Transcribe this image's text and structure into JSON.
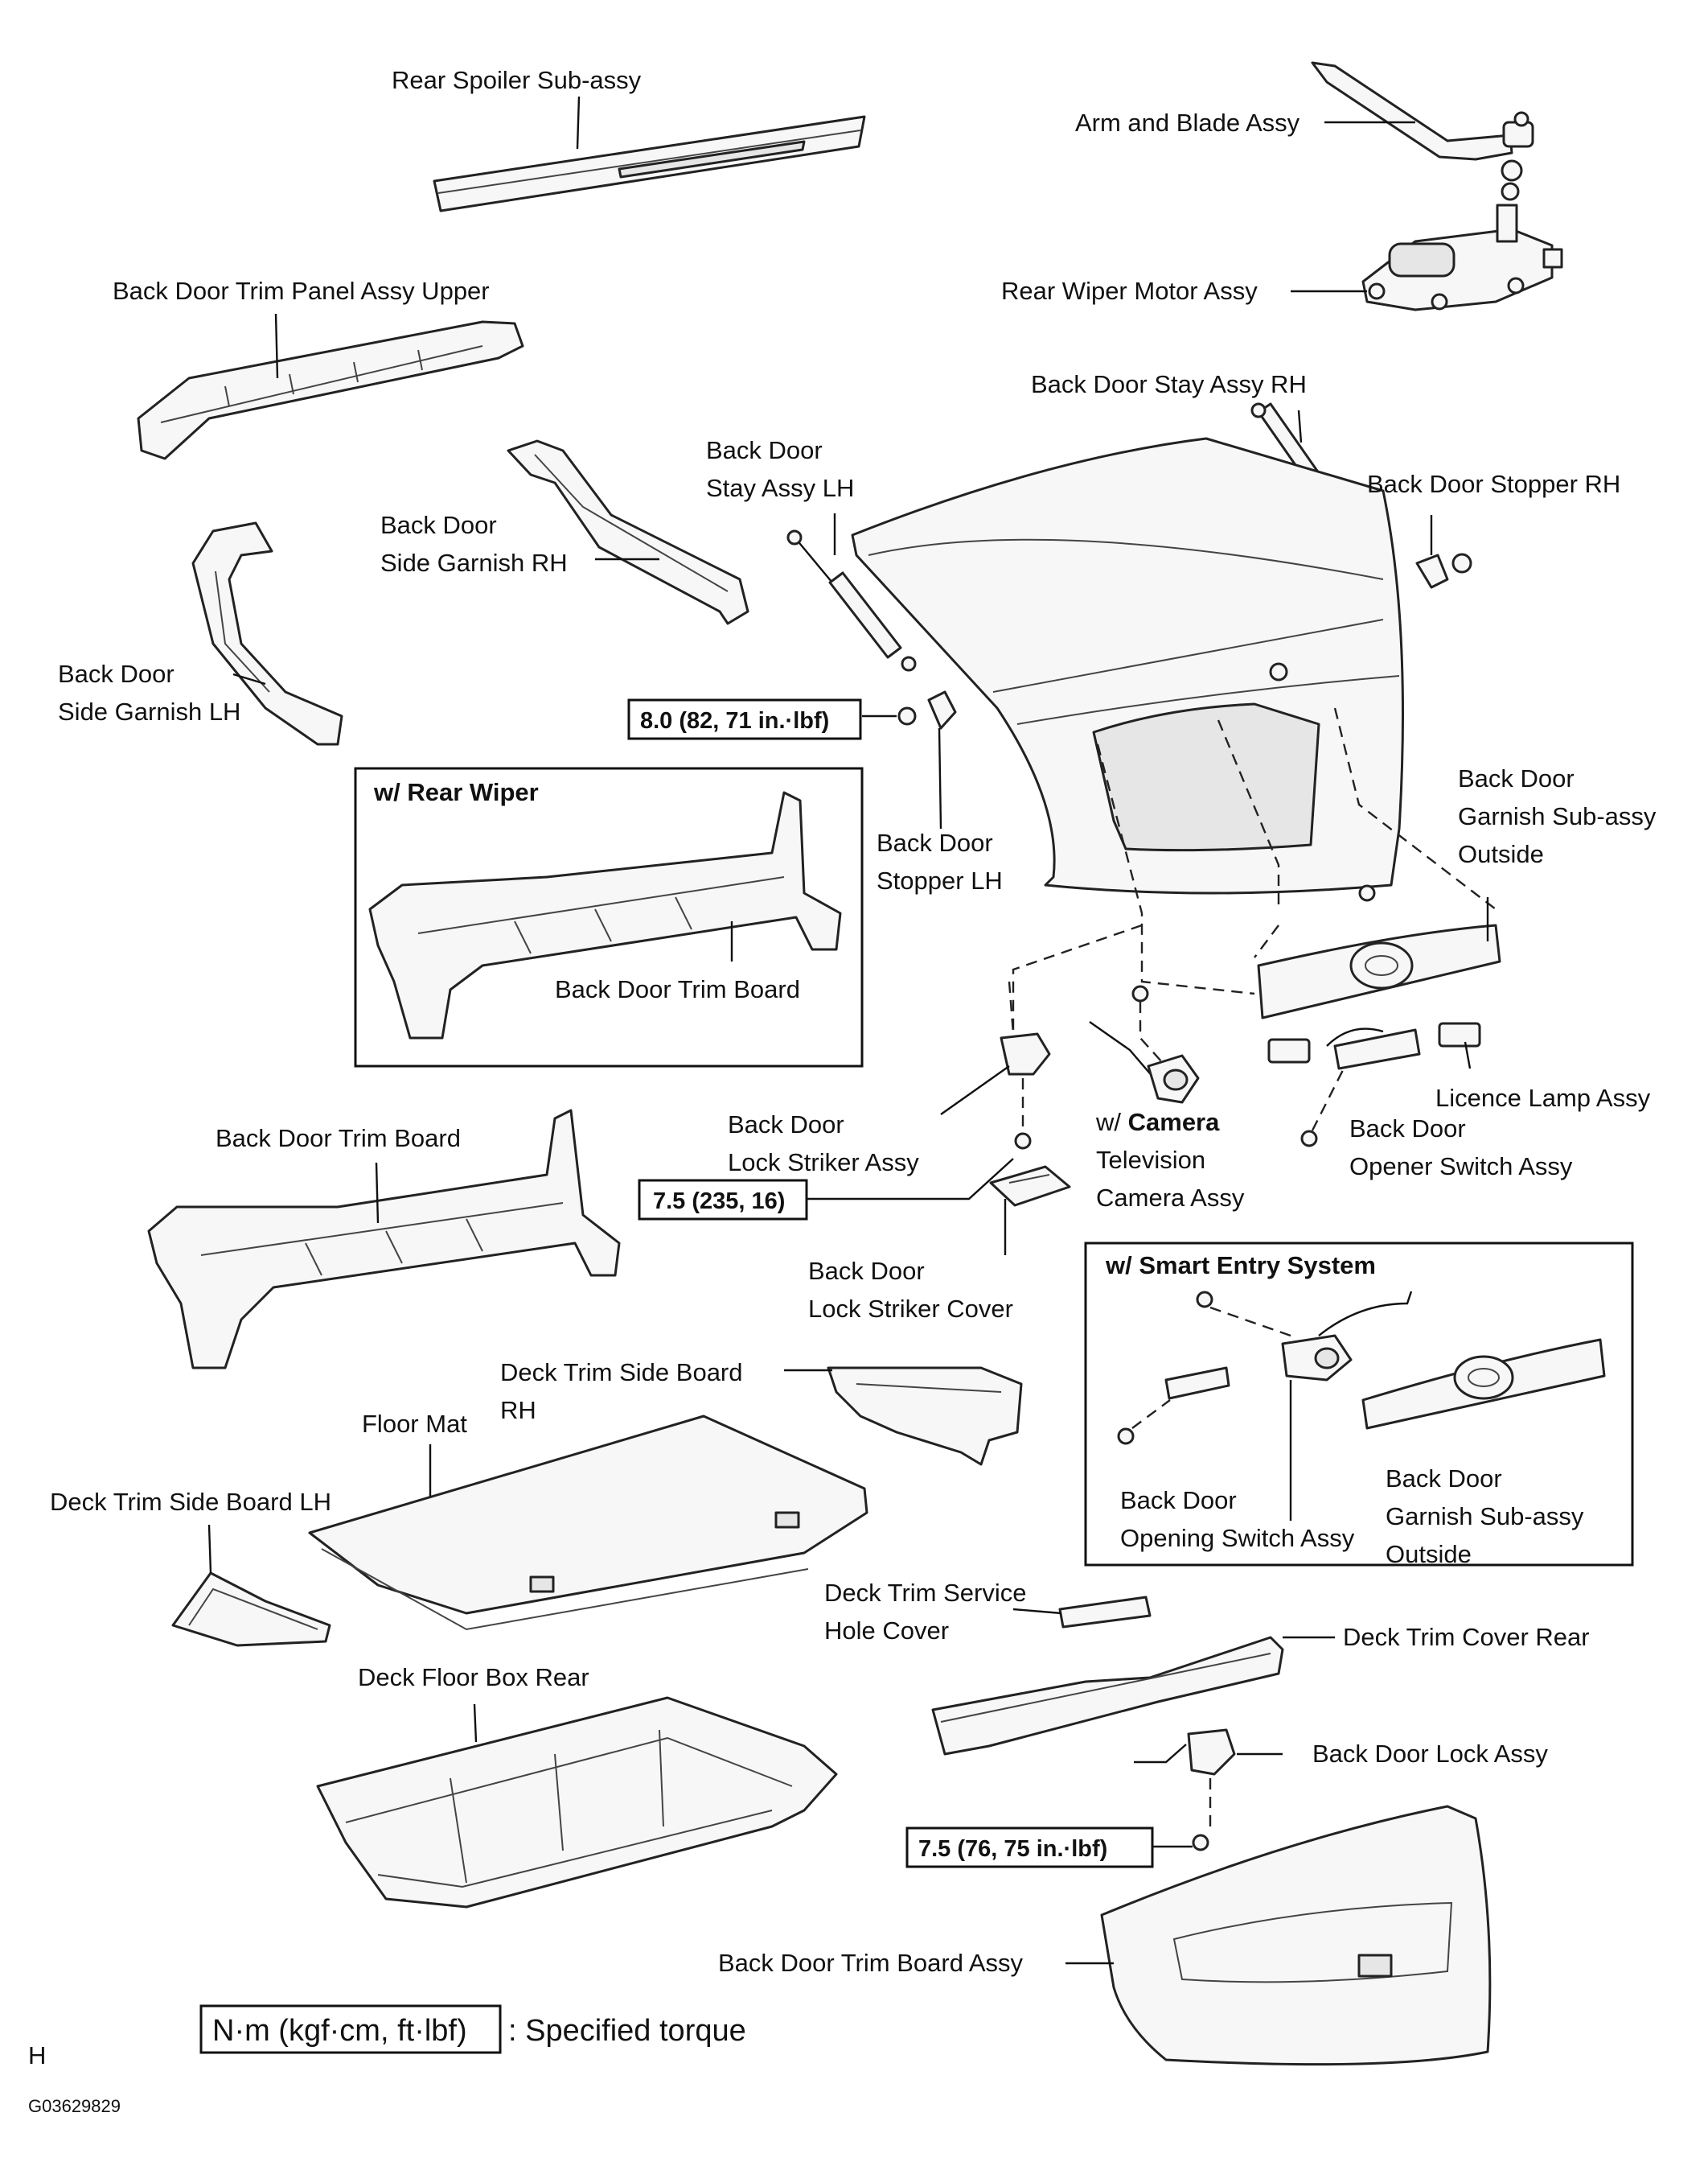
{
  "labels": {
    "rear_spoiler": "Rear Spoiler Sub-assy",
    "arm_blade": "Arm and Blade Assy",
    "trim_panel_upper": "Back Door Trim Panel Assy Upper",
    "rear_wiper_motor": "Rear Wiper Motor Assy",
    "stay_rh": "Back Door Stay Assy RH",
    "stay_lh_1": "Back Door",
    "stay_lh_2": "Stay Assy LH",
    "stopper_rh": "Back Door Stopper RH",
    "side_garnish_rh_1": "Back Door",
    "side_garnish_rh_2": "Side Garnish RH",
    "side_garnish_lh_1": "Back Door",
    "side_garnish_lh_2": "Side Garnish LH",
    "stopper_lh_1": "Back Door",
    "stopper_lh_2": "Stopper LH",
    "garnish_outside_1": "Back Door",
    "garnish_outside_2": "Garnish Sub-assy",
    "garnish_outside_3": "Outside",
    "wiper_trim_board": "Back Door Trim Board",
    "lock_striker_1": "Back Door",
    "lock_striker_2": "Lock Striker Assy",
    "licence_lamp": "Licence Lamp Assy",
    "tv_camera_1": "Television",
    "tv_camera_2": "Camera Assy",
    "opener_switch_1": "Back Door",
    "opener_switch_2": "Opener Switch Assy",
    "trim_board": "Back Door Trim Board",
    "striker_cover_1": "Back Door",
    "striker_cover_2": "Lock Striker Cover",
    "deck_side_rh_1": "Deck Trim Side Board",
    "deck_side_rh_2": "RH",
    "floor_mat": "Floor Mat",
    "deck_side_lh": "Deck Trim Side Board LH",
    "opening_switch_1": "Back Door",
    "opening_switch_2": "Opening Switch Assy",
    "smart_garnish_1": "Back Door",
    "smart_garnish_2": "Garnish Sub-assy",
    "smart_garnish_3": "Outside",
    "service_cover_1": "Deck Trim Service",
    "service_cover_2": "Hole Cover",
    "deck_cover_rear": "Deck Trim Cover Rear",
    "deck_floor_box": "Deck Floor Box Rear",
    "lock_assy": "Back Door Lock Assy",
    "trim_board_assy": "Back Door Trim Board Assy"
  },
  "groups": {
    "rear_wiper": "w/ Rear Wiper",
    "camera_prefix": "w/ ",
    "camera": "Camera",
    "smart_entry": "w/ Smart Entry System"
  },
  "torques": {
    "stopper_lh": "8.0 (82, 71 in.·lbf)",
    "lock_striker": "7.5 (235, 16)",
    "lock_assy": "7.5 (76, 75 in.·lbf)"
  },
  "legend": {
    "box": "N·m (kgf·cm, ft·lbf)",
    "text": ": Specified torque"
  },
  "footer": {
    "code": "H",
    "id": "G03629829"
  }
}
